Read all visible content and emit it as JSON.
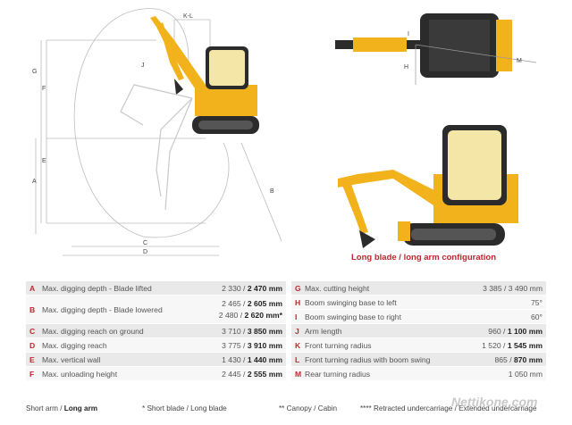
{
  "diagram": {
    "labels": {
      "kl": "K-L",
      "g": "G",
      "f": "F",
      "e": "E",
      "a": "A",
      "j": "J",
      "b": "B",
      "c": "C",
      "d": "D",
      "i": "I",
      "h": "H",
      "m": "M"
    },
    "caption": "Long blade / long arm configuration",
    "colors": {
      "machine": "#f2b21b",
      "dark": "#2b2b2b",
      "accent": "#c0262d"
    }
  },
  "specs": {
    "rows": [
      {
        "l1": "A",
        "t1": "Max. digging depth - Blade lifted",
        "v1a": "2 330 / ",
        "v1b": "2 470 mm",
        "v1c": "",
        "v1d": "",
        "l2": "G",
        "t2": "Max. cutting height",
        "v2a": "3 385 / 3 490 mm",
        "v2b": ""
      },
      {
        "l1": "B",
        "t1": "Max. digging depth - Blade lowered",
        "v1a": "2 465 / ",
        "v1b": "2 605 mm",
        "v1c": "2 480 / ",
        "v1d": "2 620 mm*",
        "l2": "H",
        "t2": "Boom swinging base to left",
        "v2a": "75°",
        "v2b": "",
        "l3": "I",
        "t3": "Boom swinging base to right",
        "v3a": "60°"
      },
      {
        "l1": "C",
        "t1": "Max. digging reach on ground",
        "v1a": "3 710 / ",
        "v1b": "3 850 mm",
        "v1c": "",
        "v1d": "",
        "l2": "J",
        "t2": "Arm length",
        "v2a": "960 / ",
        "v2b": "1 100 mm"
      },
      {
        "l1": "D",
        "t1": "Max. digging reach",
        "v1a": "3 775 / ",
        "v1b": "3 910 mm",
        "v1c": "",
        "v1d": "",
        "l2": "K",
        "t2": "Front turning radius",
        "v2a": "1 520 / ",
        "v2b": "1 545 mm"
      },
      {
        "l1": "E",
        "t1": "Max. vertical wall",
        "v1a": "1 430 / ",
        "v1b": "1 440 mm",
        "v1c": "",
        "v1d": "",
        "l2": "L",
        "t2": "Front turning radius with boom swing",
        "v2a": "865 / ",
        "v2b": "870 mm"
      },
      {
        "l1": "F",
        "t1": "Max. unloading height",
        "v1a": "2 445 / ",
        "v1b": "2 555 mm",
        "v1c": "",
        "v1d": "",
        "l2": "M",
        "t2": "Rear turning radius",
        "v2a": "1 050 mm",
        "v2b": ""
      }
    ]
  },
  "footer": {
    "arm_a": "Short arm / ",
    "arm_b": "Long arm",
    "blade": "* Short blade / Long blade",
    "canopy": "** Canopy / Cabin",
    "undercarriage": "**** Retracted undercarriage / Extended undercarriage"
  },
  "watermark": "Nettikone.com"
}
